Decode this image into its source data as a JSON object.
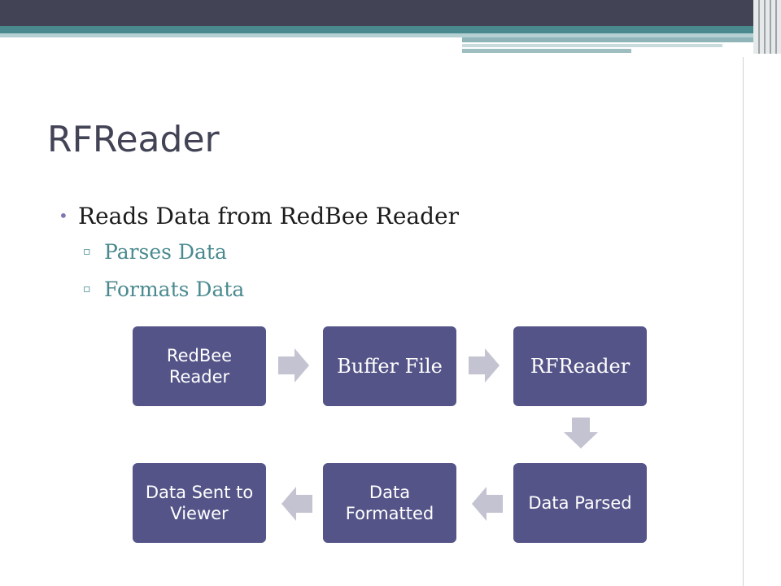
{
  "slide": {
    "title": "RFReader",
    "bullet": "Reads Data from RedBee Reader",
    "sub_bullets": [
      "Parses Data",
      "Formats Data"
    ]
  },
  "diagram": {
    "nodes": [
      {
        "id": "redbee",
        "label": "RedBee Reader"
      },
      {
        "id": "buffer",
        "label": "Buffer File"
      },
      {
        "id": "rfreader",
        "label": "RFReader"
      },
      {
        "id": "parsed",
        "label": "Data Parsed"
      },
      {
        "id": "formatted",
        "label": "Data Formatted"
      },
      {
        "id": "sent",
        "label": "Data Sent to Viewer"
      }
    ],
    "edges": [
      {
        "from": "redbee",
        "to": "buffer"
      },
      {
        "from": "buffer",
        "to": "rfreader"
      },
      {
        "from": "rfreader",
        "to": "parsed"
      },
      {
        "from": "parsed",
        "to": "formatted"
      },
      {
        "from": "formatted",
        "to": "sent"
      }
    ]
  },
  "colors": {
    "title": "#424456",
    "node_fill": "#545489",
    "sub_bullet": "#4a8a8f",
    "arrow": "#c3c3d1",
    "bullet_dot": "#7e77b0"
  }
}
